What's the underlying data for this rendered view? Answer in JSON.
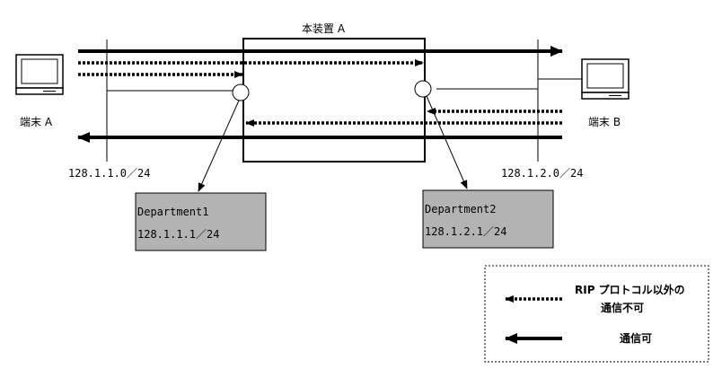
{
  "device": {
    "title": "本装置 A"
  },
  "terminals": [
    {
      "label": "端末 A",
      "icon": "computer-icon"
    },
    {
      "label": "端末 B",
      "icon": "computer-icon"
    }
  ],
  "networks": [
    {
      "address": "128.1.1.0／24"
    },
    {
      "address": "128.1.2.0／24"
    }
  ],
  "interfaces": [
    {
      "name": "Department1",
      "ip": "128.1.1.1／24",
      "fill": "#b3b3b3"
    },
    {
      "name": "Department2",
      "ip": "128.1.2.1／24",
      "fill": "#b3b3b3"
    }
  ],
  "legend": {
    "dotted": {
      "line1": "RIP プロトコル以外の",
      "line2": "通信不可"
    },
    "solid": {
      "label": "通信可"
    }
  }
}
